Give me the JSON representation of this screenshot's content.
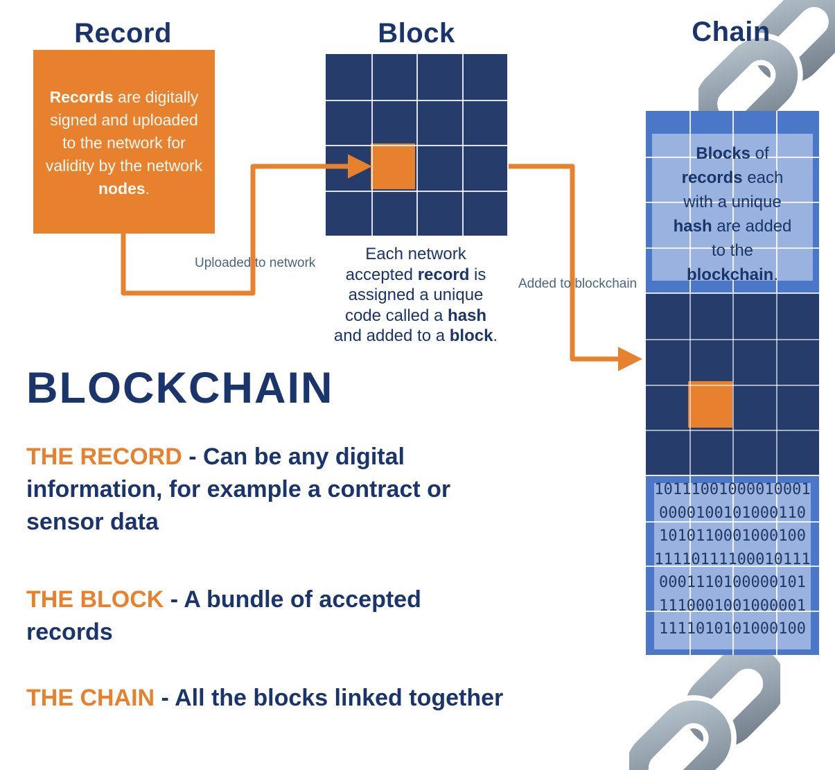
{
  "palette": {
    "orange": "#E8812D",
    "navy_grid": "#263C6B",
    "navy_text": "#1A356B",
    "medium_blue": "#4A77C7",
    "label_blue": "#4A6584",
    "chain_gray": "#8A9AA9"
  },
  "record": {
    "title": "Record",
    "body": [
      {
        "t": "Records",
        "b": 1
      },
      {
        "t": " are digitally\nsigned and uploaded\nto the network for\nvalidity by the network\n",
        "b": 0
      },
      {
        "t": "nodes",
        "b": 1
      },
      {
        "t": ".",
        "b": 0
      }
    ]
  },
  "block": {
    "title": "Block",
    "caption": [
      {
        "t": "Each network\naccepted ",
        "b": 0
      },
      {
        "t": "record",
        "b": 1
      },
      {
        "t": " is\nassigned a unique\ncode called a ",
        "b": 0
      },
      {
        "t": "hash",
        "b": 1
      },
      {
        "t": "\nand added to a ",
        "b": 0
      },
      {
        "t": "block",
        "b": 1
      },
      {
        "t": ".",
        "b": 0
      }
    ]
  },
  "chain": {
    "title": "Chain",
    "panel": [
      {
        "t": "Blocks",
        "b": 1
      },
      {
        "t": " of\n",
        "b": 0
      },
      {
        "t": "records",
        "b": 1
      },
      {
        "t": " each\nwith a unique\n",
        "b": 0
      },
      {
        "t": "hash",
        "b": 1
      },
      {
        "t": " are added\nto the\n",
        "b": 0
      },
      {
        "t": "blockchain",
        "b": 1
      },
      {
        "t": ".",
        "b": 0
      }
    ],
    "binary_rows": [
      "10111001000010001",
      "0000100101000110",
      "1010110001000100",
      "11110111100010111",
      "0001110100000101",
      "1110001001000001",
      "1111010101000100"
    ]
  },
  "flow": {
    "uploaded_label": "Uploaded to network",
    "added_label": "Added to blockchain"
  },
  "headline": "BLOCKCHAIN",
  "definitions": [
    {
      "segments": [
        {
          "t": "THE RECORD",
          "cls": "term"
        },
        {
          "t": " - Can be any digital\ninformation, for example a contract or\nsensor data"
        }
      ]
    },
    {
      "segments": [
        {
          "t": "THE BLOCK",
          "cls": "term"
        },
        {
          "t": " - A bundle of accepted\nrecords"
        }
      ]
    },
    {
      "segments": [
        {
          "t": "THE CHAIN",
          "cls": "term"
        },
        {
          "t": " - All the blocks linked together"
        }
      ]
    }
  ]
}
